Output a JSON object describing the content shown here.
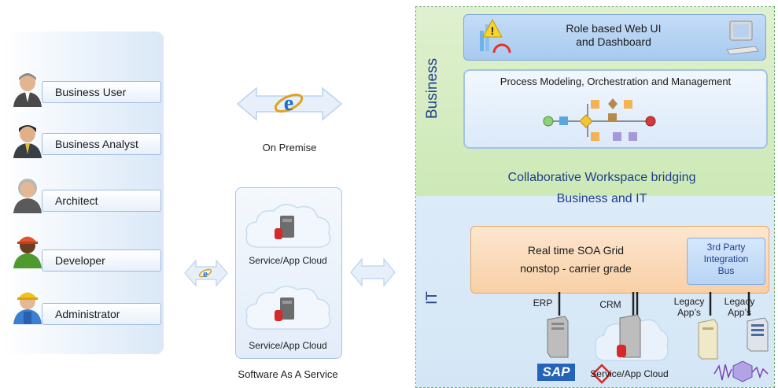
{
  "roles": [
    {
      "label": "Business User",
      "icon": "business-user-avatar-icon"
    },
    {
      "label": "Business Analyst",
      "icon": "business-analyst-avatar-icon"
    },
    {
      "label": "Architect",
      "icon": "architect-avatar-icon"
    },
    {
      "label": "Developer",
      "icon": "developer-avatar-icon"
    },
    {
      "label": "Administrator",
      "icon": "administrator-avatar-icon"
    }
  ],
  "on_premise": {
    "label": "On Premise"
  },
  "saas": {
    "title": "Software As A Service",
    "clouds": [
      "Service/App Cloud",
      "Service/App Cloud"
    ]
  },
  "business": {
    "zone_label": "Business",
    "web_ui": "Role based Web UI\nand Dashboard",
    "process": "Process Modeling, Orchestration and Management"
  },
  "collaborative": {
    "line1": "Collaborative Workspace bridging",
    "line2": "Business and IT"
  },
  "it": {
    "zone_label": "IT",
    "soa_line1": "Real time SOA Grid",
    "soa_line2": "nonstop - carrier grade",
    "bus": "3rd Party\nIntegration\nBus",
    "apps": [
      {
        "label": "ERP"
      },
      {
        "label": "CRM"
      },
      {
        "label": "Legacy\nApp’s"
      },
      {
        "label": "Legacy\nApp’s"
      }
    ],
    "bottom_cloud": "Service/App Cloud",
    "sap_logo": "SAP"
  },
  "colors": {
    "business_green": "#cde9b6",
    "it_blue": "#d4e6f6",
    "soa_orange": "#f8d0a6",
    "heading_blue": "#1e3f8a"
  }
}
